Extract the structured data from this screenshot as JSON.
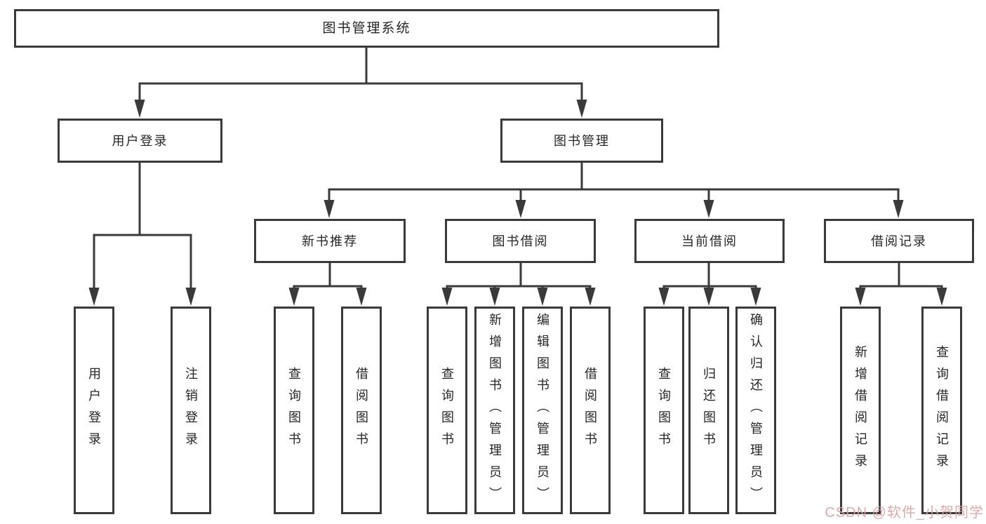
{
  "tree": {
    "root": {
      "label": "图书管理系统"
    },
    "branches": [
      {
        "label": "用户登录",
        "children": [
          {
            "label": "用户登录"
          },
          {
            "label": "注销登录"
          }
        ]
      },
      {
        "label": "图书管理",
        "groups": [
          {
            "label": "新书推荐",
            "children": [
              {
                "label": "查询图书"
              },
              {
                "label": "借阅图书"
              }
            ]
          },
          {
            "label": "图书借阅",
            "children": [
              {
                "label": "查询图书"
              },
              {
                "label": "新增图书（管理员）"
              },
              {
                "label": "编辑图书（管理员）"
              },
              {
                "label": "借阅图书"
              }
            ]
          },
          {
            "label": "当前借阅",
            "children": [
              {
                "label": "查询图书"
              },
              {
                "label": "归还图书"
              },
              {
                "label": "确认归还（管理员）"
              }
            ]
          },
          {
            "label": "借阅记录",
            "children": [
              {
                "label": "新增借阅记录"
              },
              {
                "label": "查询借阅记录"
              }
            ]
          }
        ]
      }
    ]
  },
  "watermark": {
    "text": "CSDN @软件_小贺同学",
    "color": "#D9A2A2"
  },
  "colors": {
    "line": "#3A3A3A",
    "text": "#262626",
    "background": "#FFFFFF"
  }
}
